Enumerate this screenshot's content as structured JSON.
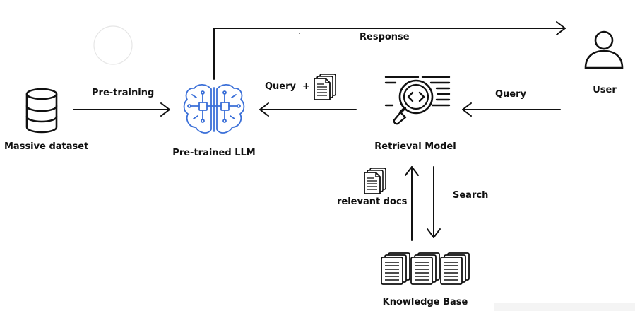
{
  "nodes": {
    "dataset": {
      "label": "Massive dataset",
      "icon": "database-icon"
    },
    "llm": {
      "label": "Pre-trained LLM",
      "icon": "brain-circuit-icon",
      "color": "#3a6fd8"
    },
    "retrieval": {
      "label": "Retrieval Model",
      "icon": "code-search-icon"
    },
    "user": {
      "label": "User",
      "icon": "user-icon"
    },
    "knowledge_base": {
      "label": "Knowledge Base",
      "icon": "document-stacks-icon"
    }
  },
  "edges": {
    "pretraining": "Pre-training",
    "query_plus": "Query  +",
    "query": "Query",
    "response": "Response",
    "search": "Search",
    "relevant_docs": "relevant docs"
  }
}
